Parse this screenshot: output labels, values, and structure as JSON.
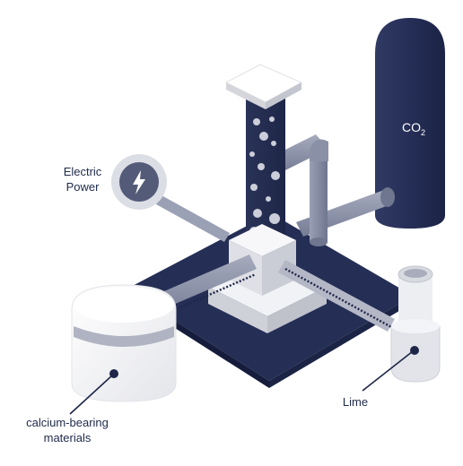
{
  "labels": {
    "electric_power_line1": "Electric",
    "electric_power_line2": "Power",
    "co2_main": "CO",
    "co2_sub": "2",
    "calcium_line1": "calcium-bearing",
    "calcium_line2": "materials",
    "lime": "Lime"
  },
  "colors": {
    "navy": "#262f55",
    "navy_dark": "#1a2244",
    "steel": "#8e95ab",
    "steel_light": "#b9bdcb",
    "white_block": "#f4f4f6",
    "gray_block": "#d7d8de"
  },
  "icons": {
    "power": "lightning-bolt-icon"
  }
}
